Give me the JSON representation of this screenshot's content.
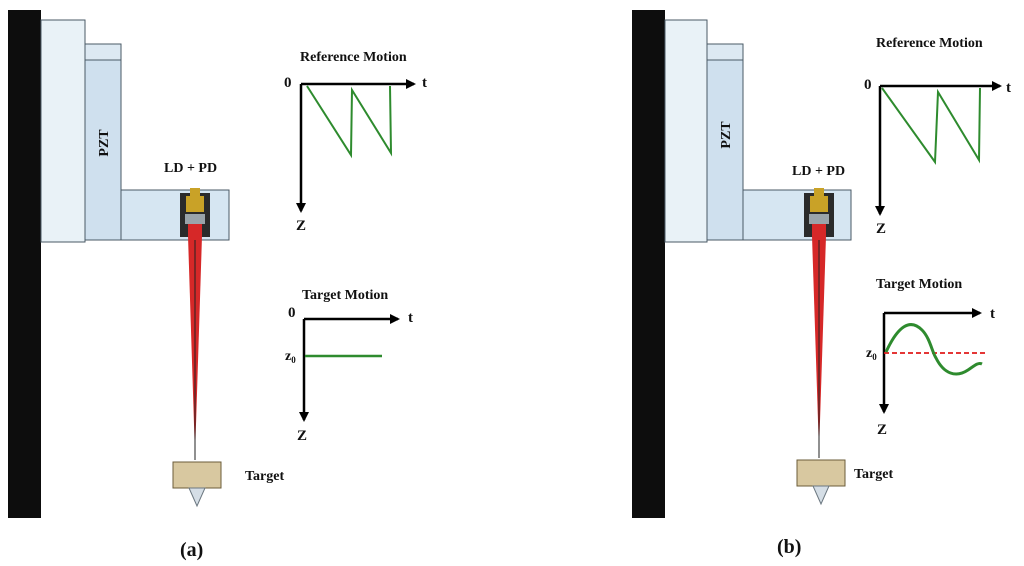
{
  "colors": {
    "wall": "#0d0d0d",
    "panel": "#e9f2f7",
    "pzt": "#cfe0ee",
    "arm": "#d6e6f2",
    "outline": "#4a5a66",
    "laser": "#d62828",
    "target_body": "#d8c8a0",
    "tip": "#d5dee6",
    "reference_signal": "#2e8b2e",
    "target_signal": "#2e8b2e",
    "dashed_line": "#e01a1a",
    "axis": "#000000"
  },
  "icons": {
    "laser_module": "ld-pd-module-icon",
    "target": "target-probe-icon"
  },
  "panels": [
    {
      "id": "a",
      "caption": "(a)",
      "pzt_label": "PZT",
      "module_label": "LD + PD",
      "target_label": "Target",
      "reference_motion": {
        "title": "Reference Motion",
        "origin_label": "0",
        "t_label": "t",
        "z_label": "Z",
        "signal": "sawtooth"
      },
      "target_motion": {
        "title": "Target Motion",
        "origin_label": "0",
        "t_label": "t",
        "z_label": "Z",
        "z0_main": "z",
        "z0_sub": "0",
        "signal": "constant"
      }
    },
    {
      "id": "b",
      "caption": "(b)",
      "pzt_label": "PZT",
      "module_label": "LD + PD",
      "target_label": "Target",
      "reference_motion": {
        "title": "Reference Motion",
        "origin_label": "0",
        "t_label": "t",
        "z_label": "Z",
        "signal": "sawtooth"
      },
      "target_motion": {
        "title": "Target Motion",
        "origin_label": "",
        "t_label": "t",
        "z_label": "Z",
        "z0_main": "z",
        "z0_sub": "0",
        "signal": "sinusoid"
      }
    }
  ]
}
